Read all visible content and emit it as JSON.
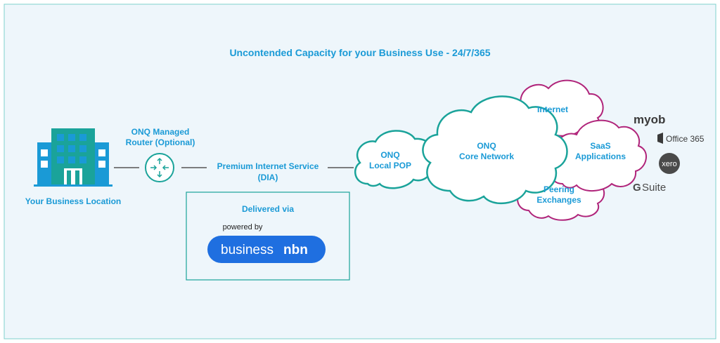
{
  "title": "Uncontended Capacity for your Business Use - 24/7/365",
  "business_location": "Your Business Location",
  "router": {
    "line1": "ONQ Managed",
    "line2": "Router (Optional)"
  },
  "service": {
    "line1": "Premium Internet Service",
    "line2": "(DIA)"
  },
  "delivery": {
    "heading": "Delivered via",
    "powered_by": "powered by",
    "brand_light": "business",
    "brand_bold": "nbn"
  },
  "local_pop": {
    "line1": "ONQ",
    "line2": "Local POP"
  },
  "core": {
    "line1": "ONQ",
    "line2": "Core Network"
  },
  "internet": "Internet",
  "saas": {
    "line1": "SaaS",
    "line2": "Applications"
  },
  "peering": {
    "line1": "Peering",
    "line2": "Exchanges"
  },
  "apps": {
    "myob": "myob",
    "office": "Office 365",
    "xero": "xero",
    "gsuite": "Suite",
    "gsuite_g": "G"
  },
  "colors": {
    "teal": "#1aa39a",
    "blue": "#1a9ad6",
    "magenta": "#b0247a",
    "nbn_blue": "#1f6fe0",
    "bg": "#eef6fb"
  }
}
